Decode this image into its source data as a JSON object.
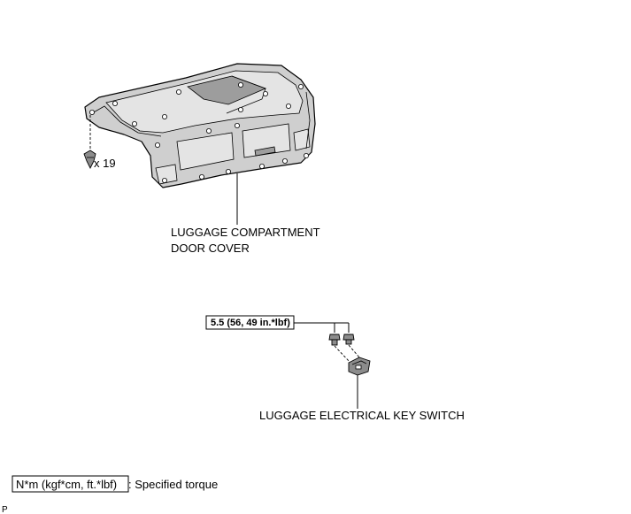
{
  "parts": {
    "cover_label_line1": "LUGGAGE COMPARTMENT",
    "cover_label_line2": "DOOR COVER",
    "clip_count": "x 19",
    "switch_label": "LUGGAGE ELECTRICAL KEY SWITCH"
  },
  "torque": {
    "spec": "5.5 (56, 49 in.*lbf)"
  },
  "legend": {
    "boxed_text": "N*m (kgf*cm, ft.*lbf)",
    "description": ": Specified torque"
  },
  "corner_marker": "P"
}
